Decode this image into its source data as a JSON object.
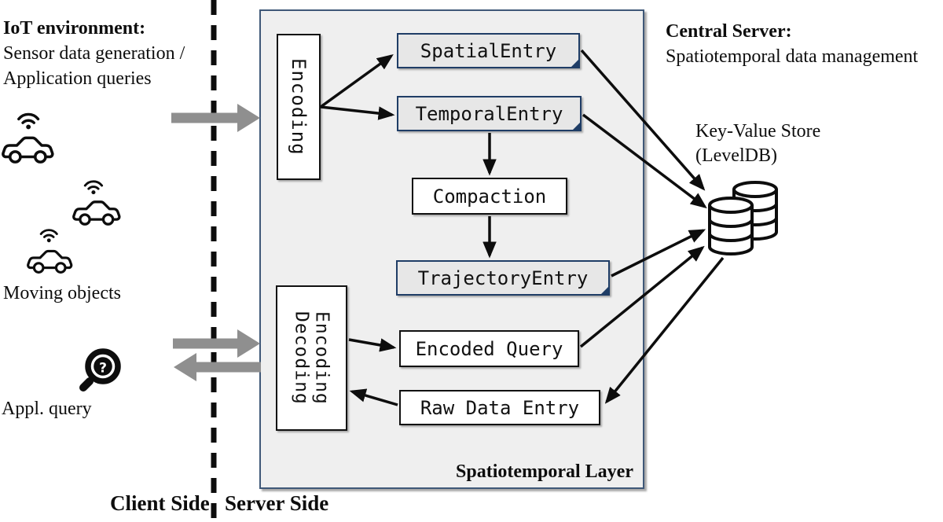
{
  "left_side": {
    "title": "IoT environment:",
    "subtitle_line1": "Sensor data generation /",
    "subtitle_line2": "Application queries",
    "moving_objects_label": "Moving objects",
    "appl_query_label": "Appl. query",
    "client_side_label": "Client Side"
  },
  "server_side_label": "Server Side",
  "panel": {
    "label": "Spatiotemporal Layer",
    "encoding_box": "Encoding",
    "spatial_entry": "SpatialEntry",
    "temporal_entry": "TemporalEntry",
    "compaction": "Compaction",
    "trajectory_entry": "TrajectoryEntry",
    "encoding_decoding_line1": "Encoding",
    "encoding_decoding_line2": "Decoding",
    "encoded_query": "Encoded Query",
    "raw_data_entry": "Raw Data Entry"
  },
  "right_side": {
    "title": "Central Server:",
    "subtitle": "Spatiotemporal data management",
    "kv_store_line1": "Key-Value Store",
    "kv_store_line2": "(LevelDB)"
  },
  "icons": {
    "magnifier_question": "?",
    "names": [
      "car-icon",
      "wifi-icon",
      "magnifier-question-icon",
      "database-icon",
      "gray-arrow-right",
      "gray-arrow-left",
      "dashed-divider"
    ]
  },
  "colors": {
    "panel_fill": "#efefef",
    "panel_border": "#3f5878",
    "entry_fill": "#e7e7e7",
    "entry_border": "#1f3d66",
    "gray_arrow": "#8f8f8f",
    "black": "#0d0d0d"
  }
}
